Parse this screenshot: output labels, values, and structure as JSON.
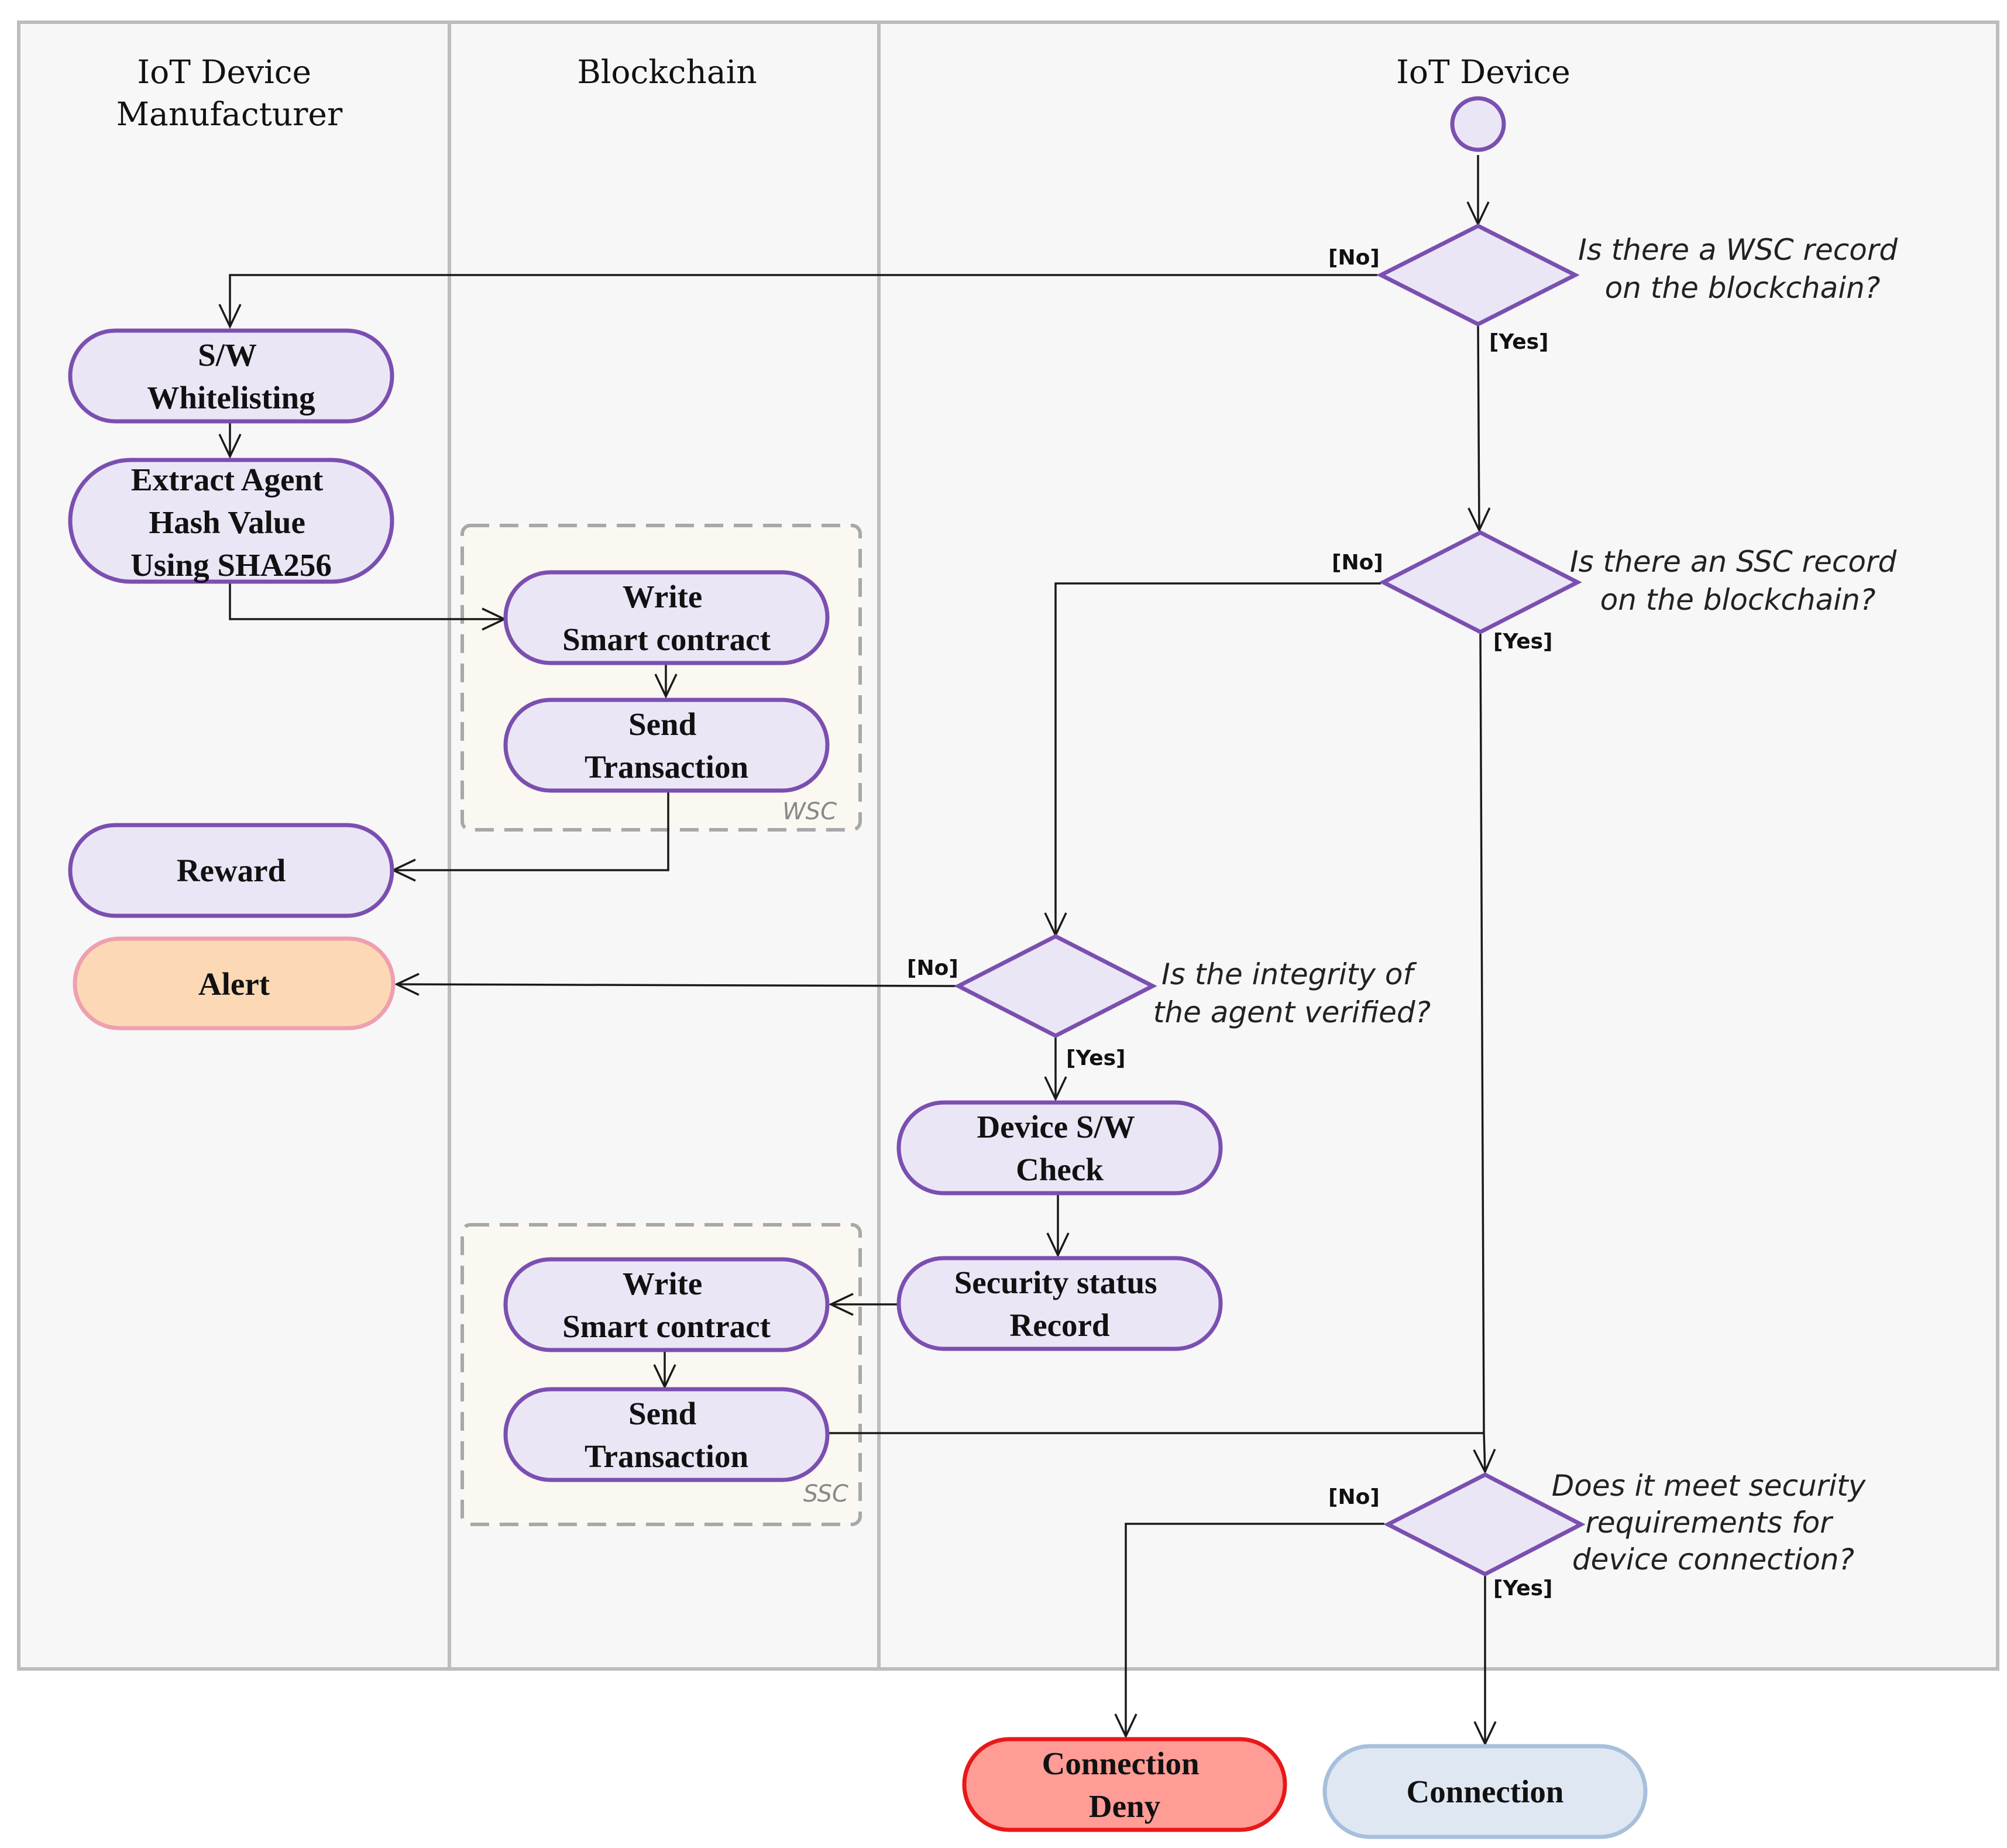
{
  "lanes": {
    "manufacturer": [
      "IoT Device",
      "Manufacturer"
    ],
    "blockchain": [
      "Blockchain"
    ],
    "device": [
      "IoT Device"
    ]
  },
  "groups": {
    "wsc": "WSC",
    "ssc": "SSC"
  },
  "nodes": {
    "sw_whitelisting": [
      "S/W",
      "Whitelisting"
    ],
    "extract_hash": [
      "Extract Agent",
      "Hash Value",
      "Using SHA256"
    ],
    "write_sc_1": [
      "Write",
      "Smart contract"
    ],
    "send_tx_1": [
      "Send",
      "Transaction"
    ],
    "reward": [
      "Reward"
    ],
    "alert": [
      "Alert"
    ],
    "device_sw_check": [
      "Device S/W",
      "Check"
    ],
    "security_record": [
      "Security status",
      "Record"
    ],
    "write_sc_2": [
      "Write",
      "Smart contract"
    ],
    "send_tx_2": [
      "Send",
      "Transaction"
    ],
    "connection_deny": [
      "Connection",
      "Deny"
    ],
    "connection": [
      "Connection"
    ]
  },
  "decisions": {
    "wsc_record": [
      "Is there a WSC record",
      "on the blockchain?"
    ],
    "ssc_record": [
      "Is there an SSC record",
      "on the blockchain?"
    ],
    "integrity": [
      "Is the integrity of",
      "the agent verified?"
    ],
    "security_req": [
      "Does it meet security",
      "requirements for",
      "device connection?"
    ]
  },
  "guards": {
    "no": "[No]",
    "yes": "[Yes]"
  },
  "colors": {
    "node_fill": "#ebe6f5",
    "node_stroke": "#7b4fb0",
    "alert_fill": "#fcd9b4",
    "deny_fill": "#ff9c96",
    "deny_stroke": "#e81818",
    "connect_fill": "#dfe8f2",
    "connect_stroke": "#a6c0dc",
    "lane_bg": "#f7f7f7"
  }
}
